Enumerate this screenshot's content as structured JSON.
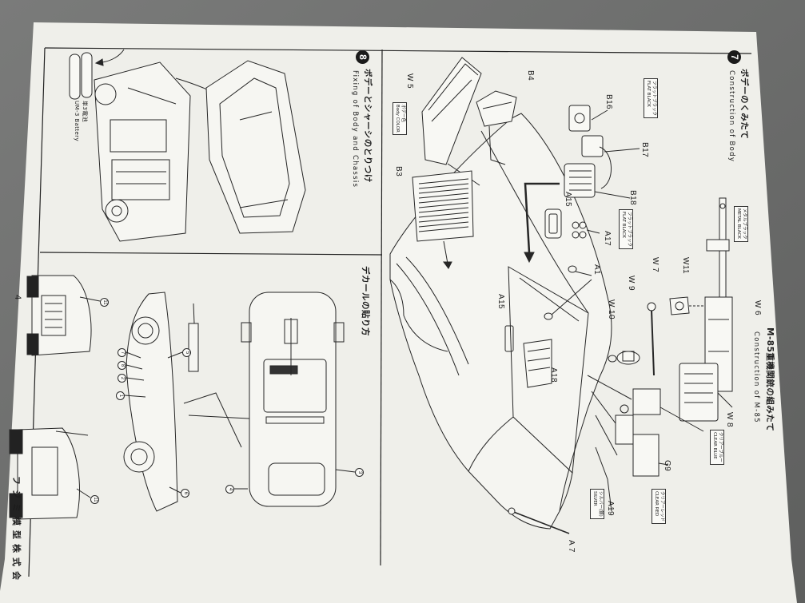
{
  "page": {
    "number": "4",
    "publisher": "フジミ模型株式会"
  },
  "step7": {
    "number": "7",
    "title_ja": "ボデーのくみたて",
    "title_en": "Construction of Body"
  },
  "step8": {
    "number": "8",
    "title_ja": "ボデーとシャーシのとりつけ",
    "title_en": "Fixing of Body and Chassis",
    "battery_ja": "単3電池",
    "battery_en": "UM-3 Battery"
  },
  "decals": {
    "title": "デカールの貼り方",
    "markers": [
      "11",
      "7",
      "8",
      "2",
      "1",
      "5",
      "6",
      "4",
      "3",
      "11"
    ]
  },
  "m85": {
    "title_ja": "M-85重機関銃の組みたて",
    "title_en": "Construction of M-85"
  },
  "parts": {
    "w5": "W 5",
    "b4": "B4",
    "b16": "B16",
    "b17": "B17",
    "b18": "B18",
    "b3": "B3",
    "a15_upper": "A15",
    "a17": "A17",
    "a1": "A1",
    "w7": "W 7",
    "w11": "W11",
    "w9": "W 9",
    "w10": "W 10",
    "w6": "W 6",
    "a15_lower": "A15",
    "a18": "A18",
    "w8": "W 8",
    "g9": "G9",
    "a19": "A19",
    "a7": "A 7"
  },
  "paint_notes": {
    "body_color": {
      "ja": "ボデー色",
      "en": "Body COLOR"
    },
    "flat_black_upper": {
      "ja": "フラットブラック",
      "en": "FLAT BLACK"
    },
    "flat_black_lower": {
      "ja": "フラットブラック",
      "en": "FLAT BLACK"
    },
    "metal_black": {
      "ja": "メタルブラック",
      "en": "METAL BLACK"
    },
    "clear_blue": {
      "ja": "クリアーブルー",
      "en": "CLEAR BLUE"
    },
    "silver": {
      "ja": "シルバー(銀)",
      "en": "SILVER"
    },
    "clear_red": {
      "ja": "クリアーレッド",
      "en": "CLEAR RED"
    }
  },
  "colors": {
    "paper": "#efefea",
    "ink": "#222222",
    "background": "#6d6e6d"
  }
}
